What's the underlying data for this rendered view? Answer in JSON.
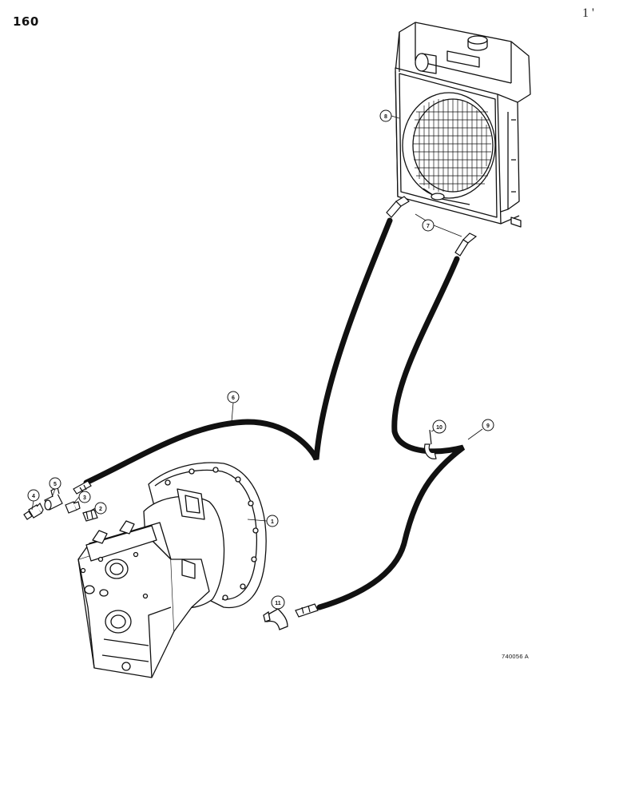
{
  "page": {
    "number": "160",
    "corner_mark": "1 '",
    "figure_code": "740056 A"
  },
  "callouts": [
    {
      "label": "1",
      "part": "transmission"
    },
    {
      "label": "2",
      "part": "fitting"
    },
    {
      "label": "3",
      "part": "fitting"
    },
    {
      "label": "4",
      "part": "sender-switch"
    },
    {
      "label": "5",
      "part": "tee-fitting"
    },
    {
      "label": "6",
      "part": "hose"
    },
    {
      "label": "7",
      "part": "fittings"
    },
    {
      "label": "8",
      "part": "radiator"
    },
    {
      "label": "9",
      "part": "hose"
    },
    {
      "label": "10",
      "part": "clamp"
    },
    {
      "label": "11",
      "part": "elbow"
    }
  ]
}
